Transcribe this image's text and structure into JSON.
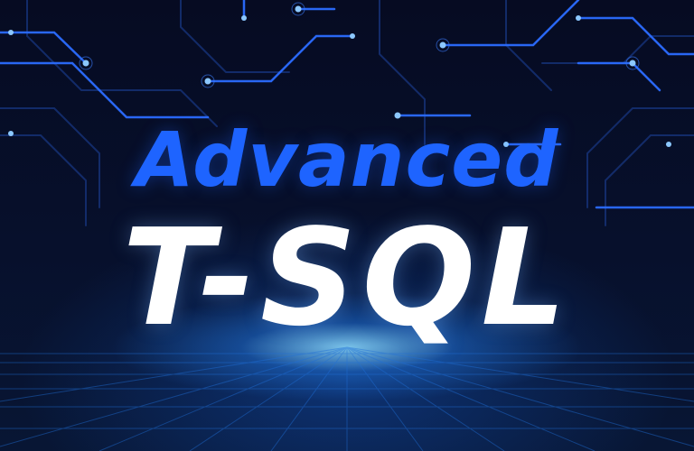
{
  "banner": {
    "title_line_1": "Advanced",
    "title_line_2": "T-SQL"
  },
  "colors": {
    "background": "#050a1e",
    "accent_blue": "#1e64ff",
    "title_white": "#ffffff",
    "glow": "#8cdcff"
  },
  "decorations": {
    "background_pattern": "circuit-lines",
    "floor_pattern": "perspective-grid"
  }
}
